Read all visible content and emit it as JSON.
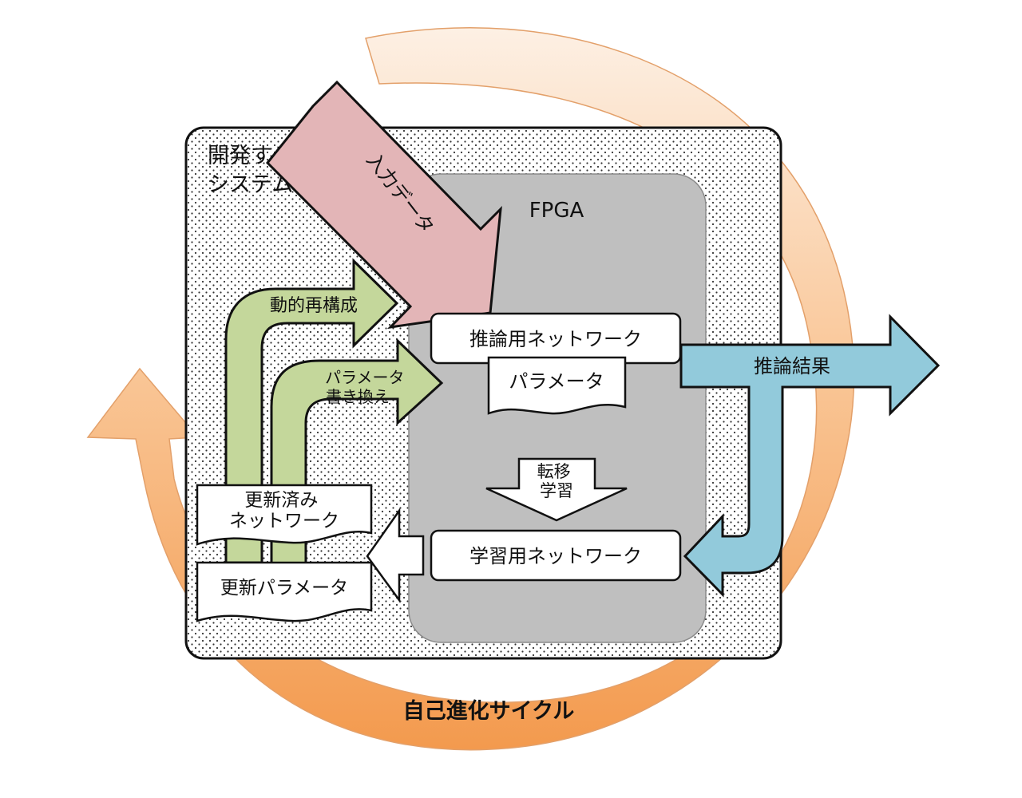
{
  "system_label": [
    "開発する",
    "システム"
  ],
  "fpga_label": "FPGA",
  "input_data": "入力データ",
  "inference_network": "推論用ネットワーク",
  "parameter": "パラメータ",
  "transfer_learning": [
    "転移",
    "学習"
  ],
  "learning_network": "学習用ネットワーク",
  "inference_result": "推論結果",
  "dynamic_reconfig": "動的再構成",
  "param_rewrite": [
    "パラメータ",
    "書き換え"
  ],
  "updated_network": [
    "更新済み",
    "ネットワーク"
  ],
  "updated_parameter": "更新パラメータ",
  "cycle_label": "自己進化サイクル",
  "colors": {
    "cycle_dark": "#f4a060",
    "cycle_light": "#fdeedd",
    "input_arrow": "#e3b5b7",
    "result_arrow": "#92cadb",
    "green_arrow": "#c4d79b",
    "fpga_fill": "#bfbfbf"
  }
}
